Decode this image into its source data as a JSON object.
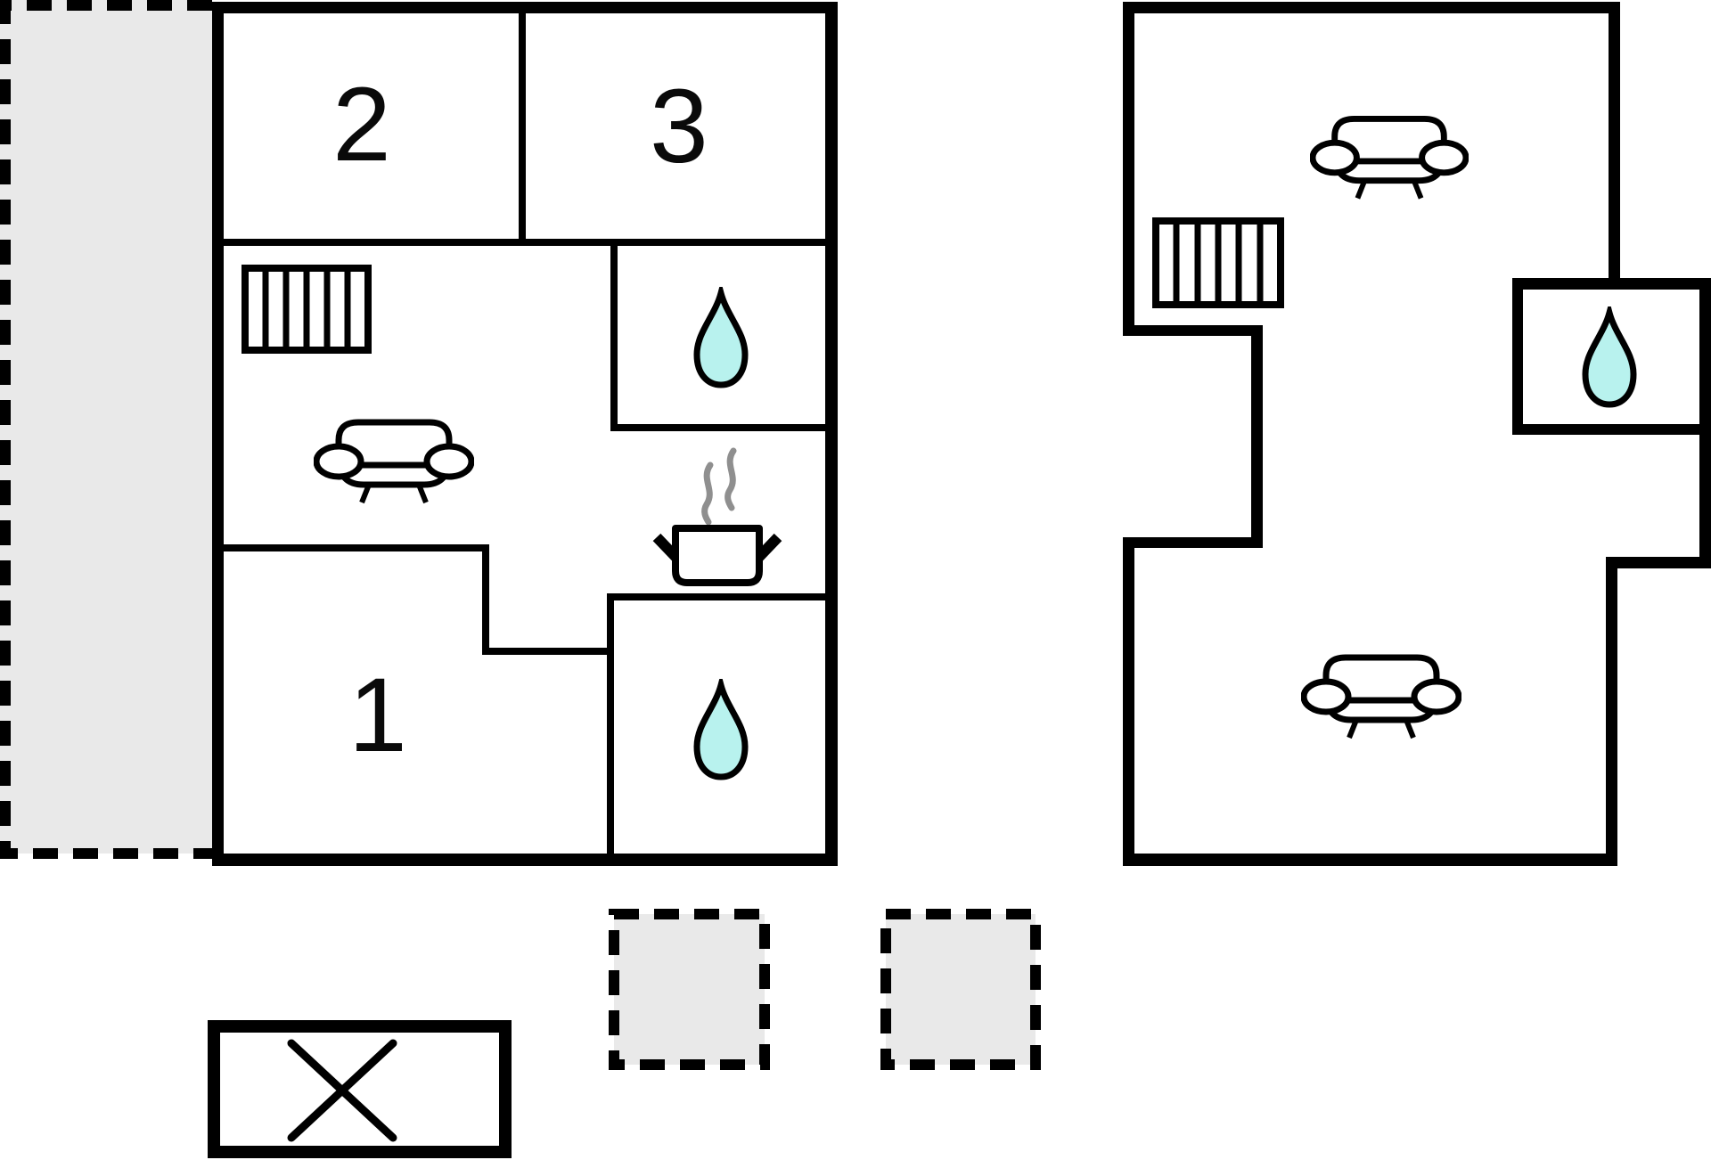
{
  "plan": {
    "background": "#ffffff",
    "wall_color": "#000000",
    "water_drop_color": "#b8f2ee",
    "steam_color": "#8f8f8f",
    "outdoor_area_color": "#e9e9e9",
    "room_labels": [
      {
        "id": "room-2",
        "label": "2"
      },
      {
        "id": "room-3",
        "label": "3"
      },
      {
        "id": "room-1",
        "label": "1"
      }
    ],
    "symbols": {
      "radiator_count": 2,
      "sofa_count": 3,
      "water_drop_count": 3,
      "cooking_pot_count": 1,
      "entrance_cross_count": 1,
      "dashed_outdoor_areas": 3
    }
  }
}
